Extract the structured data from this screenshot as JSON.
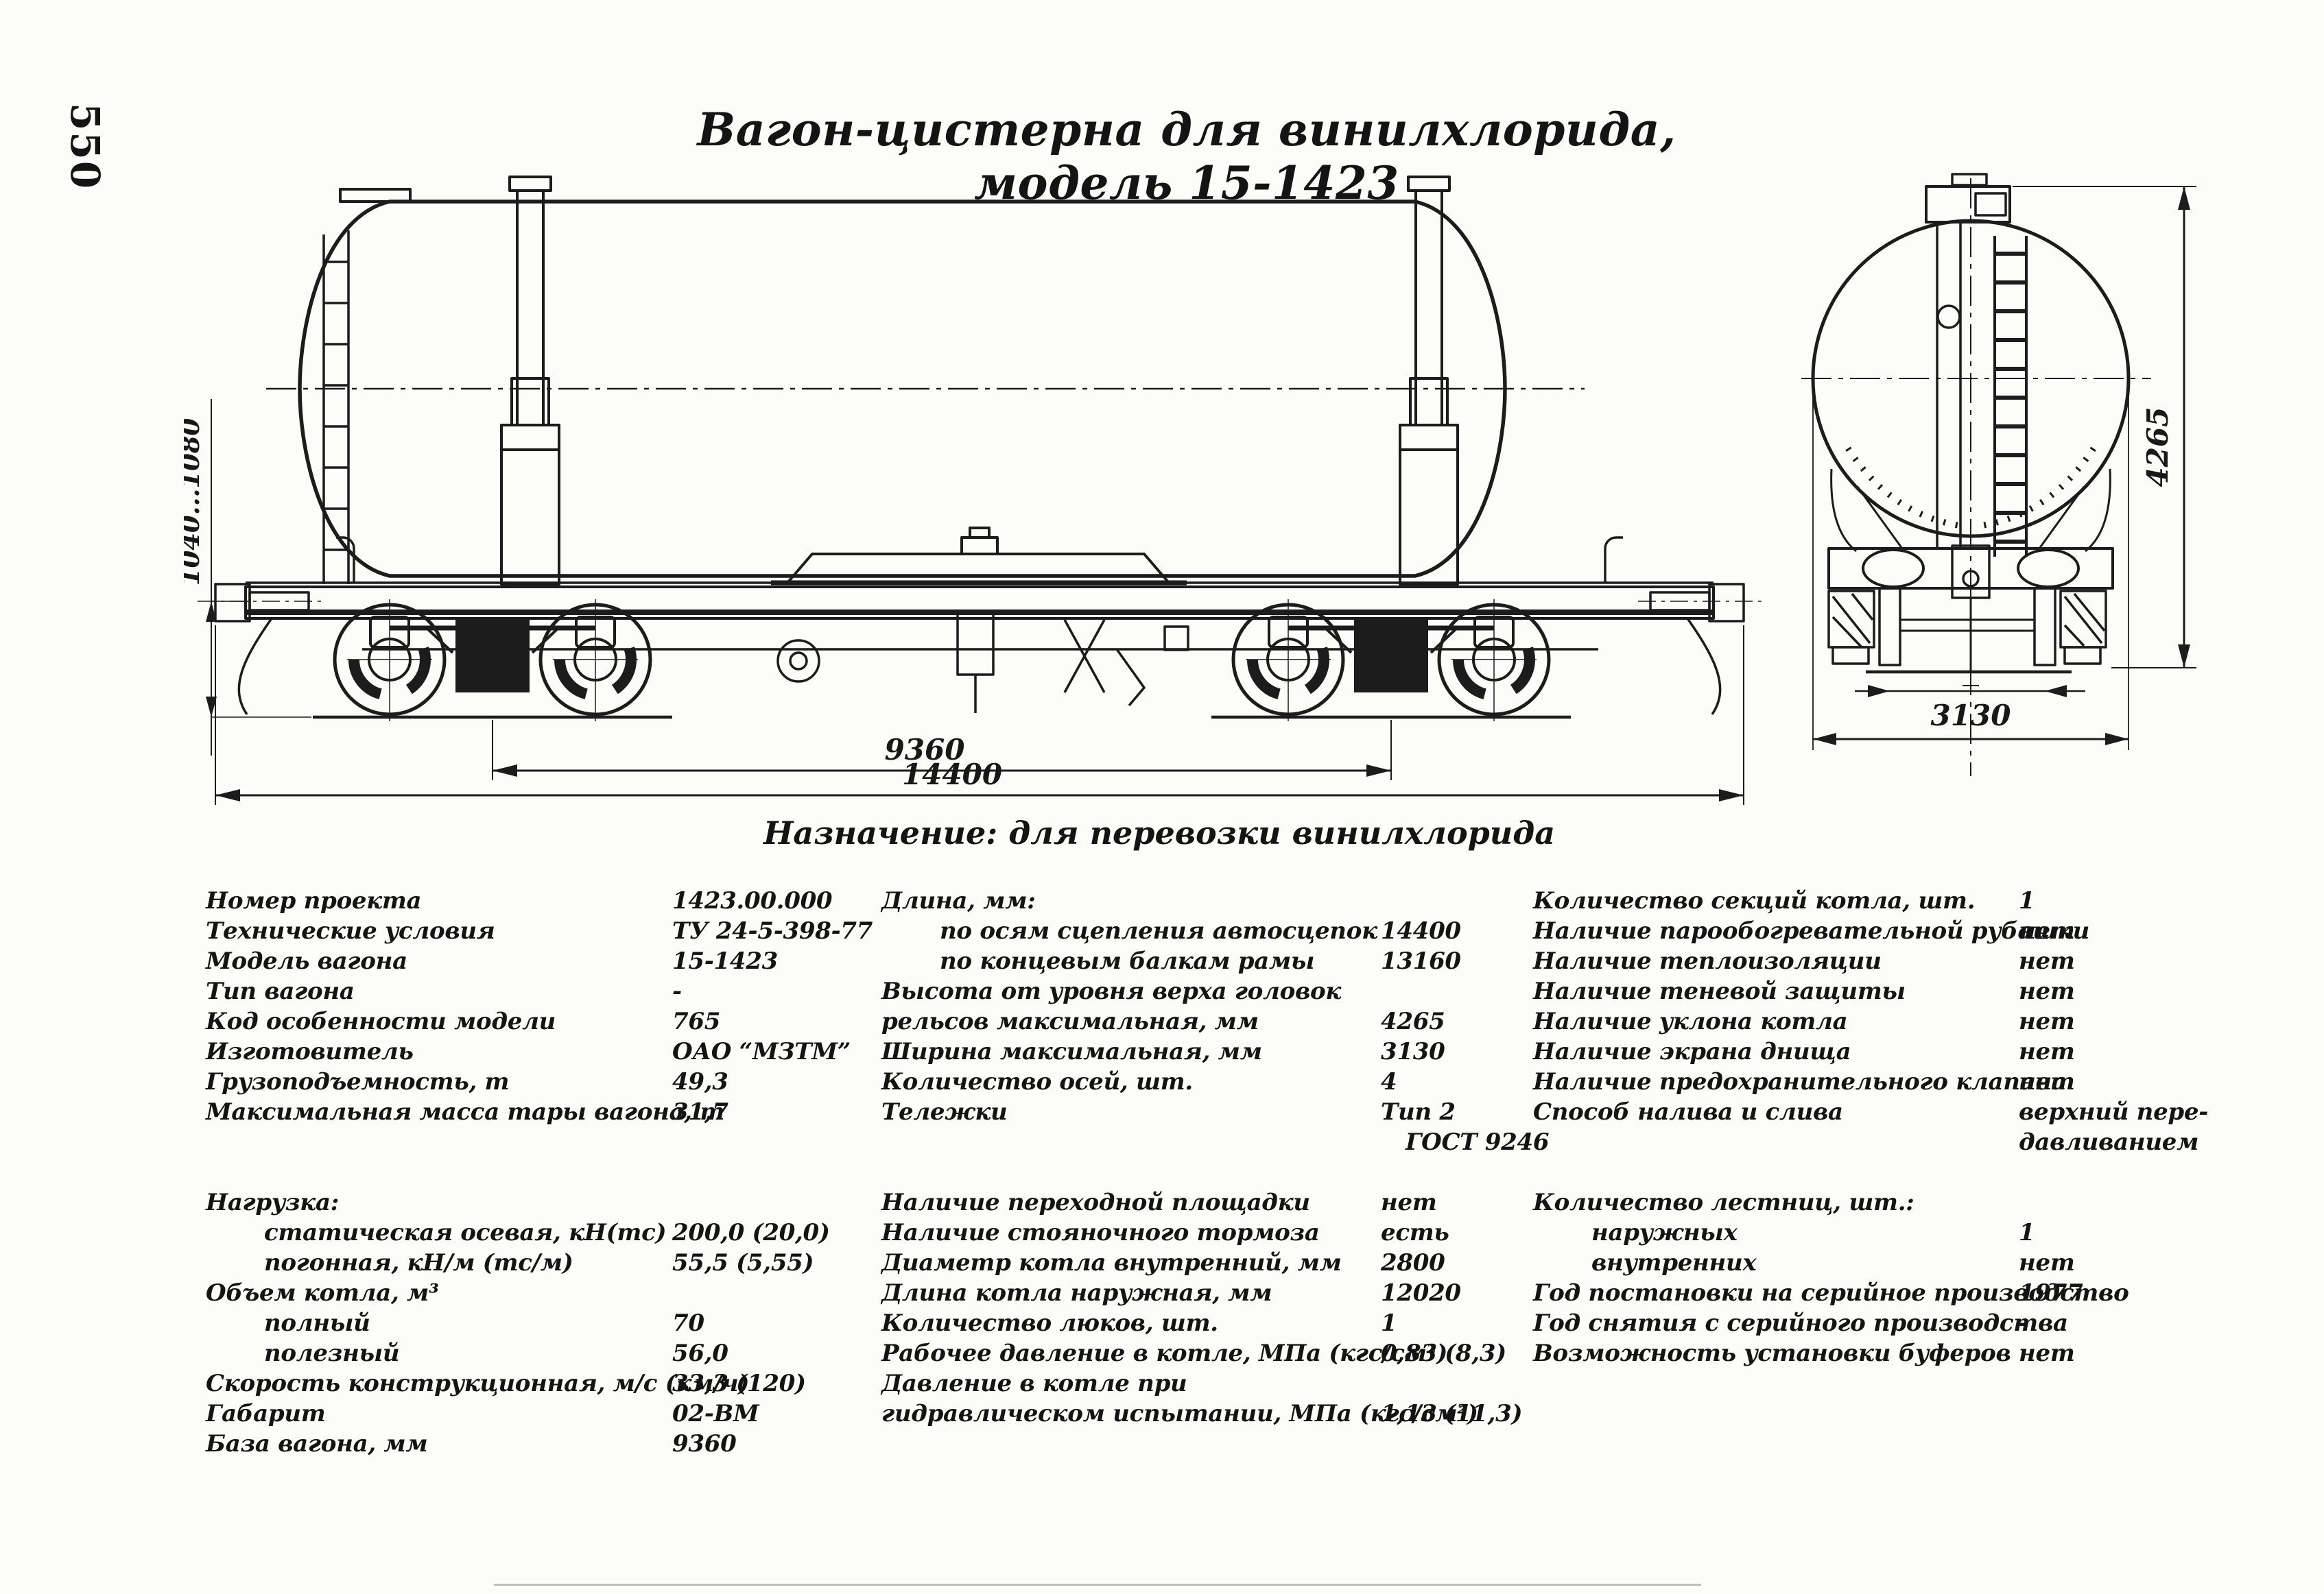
{
  "page": {
    "number": "550",
    "title": "Вагон-цистерна для винилхлорида, модель 15-1423",
    "purpose": "Назначение: для перевозки винилхлорида"
  },
  "drawing": {
    "side_view": {
      "dim_coupler_height": "1040...1080",
      "dim_bogie_base": "9360",
      "dim_length_over_couplers": "14400"
    },
    "end_view": {
      "dim_height_over_rail": "4265",
      "dim_max_width": "3130"
    }
  },
  "specs": {
    "col1": [
      {
        "label": "Номер проекта",
        "value": "1423.00.000"
      },
      {
        "label": "Технические условия",
        "value": "ТУ 24-5-398-77"
      },
      {
        "label": "Модель вагона",
        "value": "15-1423"
      },
      {
        "label": "Тип вагона",
        "value": "-"
      },
      {
        "label": "Код особенности модели",
        "value": "765"
      },
      {
        "label": "Изготовитель",
        "value": "ОАО “МЗТМ”"
      },
      {
        "label": "Грузоподъемность, т",
        "value": "49,3"
      },
      {
        "label": "Максимальная масса тары вагона, т",
        "value": "31,7"
      },
      {
        "spacer": true
      },
      {
        "spacer": true
      },
      {
        "label": "Нагрузка:",
        "value": ""
      },
      {
        "label": "статическая осевая, кН(тс)",
        "value": "200,0 (20,0)",
        "indent": true
      },
      {
        "label": "погонная, кН/м (тс/м)",
        "value": "55,5 (5,55)",
        "indent": true
      },
      {
        "label": "Объем котла, м³",
        "value": ""
      },
      {
        "label": "полный",
        "value": "70",
        "indent": true
      },
      {
        "label": "полезный",
        "value": "56,0",
        "indent": true
      },
      {
        "label": "Скорость конструкционная, м/с (км/ч)",
        "value": "33,3 (120)"
      },
      {
        "label": "Габарит",
        "value": "02-ВМ"
      },
      {
        "label": "База вагона, мм",
        "value": "9360"
      }
    ],
    "col2": [
      {
        "label": "Длина, мм:",
        "value": ""
      },
      {
        "label": "по осям сцепления автосцепок",
        "value": "14400",
        "indent": true
      },
      {
        "label": "по концевым балкам рамы",
        "value": "13160",
        "indent": true
      },
      {
        "label": "Высота от уровня верха головок",
        "value": ""
      },
      {
        "label": "рельсов максимальная, мм",
        "value": "4265"
      },
      {
        "label": "Ширина максимальная, мм",
        "value": "3130"
      },
      {
        "label": "Количество осей, шт.",
        "value": "4"
      },
      {
        "label": "Тележки",
        "value": "Тип 2"
      },
      {
        "label": "",
        "value": "ГОСТ 9246",
        "vindent": true
      },
      {
        "spacer": true
      },
      {
        "label": "Наличие переходной площадки",
        "value": "нет"
      },
      {
        "label": "Наличие стояночного тормоза",
        "value": "есть"
      },
      {
        "label": "Диаметр котла внутренний, мм",
        "value": "2800"
      },
      {
        "label": "Длина котла наружная, мм",
        "value": "12020"
      },
      {
        "label": "Количество люков, шт.",
        "value": "1"
      },
      {
        "label": "Рабочее давление в котле, МПа (кгс/см²)",
        "value": "0,83 (8,3)"
      },
      {
        "label": "Давление в котле при",
        "value": ""
      },
      {
        "label": "гидравлическом испытании, МПа (кгс/см²)",
        "value": "1,13 (11,3)"
      }
    ],
    "col3": [
      {
        "label": "Количество секций котла, шт.",
        "value": "1"
      },
      {
        "label": "Наличие парообогревательной рубашки",
        "value": "нет"
      },
      {
        "label": "Наличие теплоизоляции",
        "value": "нет"
      },
      {
        "label": "Наличие теневой защиты",
        "value": "нет"
      },
      {
        "label": "Наличие уклона котла",
        "value": "нет"
      },
      {
        "label": "Наличие экрана днища",
        "value": "нет"
      },
      {
        "label": "Наличие предохранительного клапана",
        "value": "нет"
      },
      {
        "label": "Способ налива и слива",
        "value": "верхний пере-"
      },
      {
        "label": "",
        "value": "давливанием"
      },
      {
        "spacer": true
      },
      {
        "label": "Количество лестниц, шт.:",
        "value": ""
      },
      {
        "label": "наружных",
        "value": "1",
        "indent": true
      },
      {
        "label": "внутренних",
        "value": "нет",
        "indent": true
      },
      {
        "label": "Год постановки на серийное производство",
        "value": "1977"
      },
      {
        "label": "Год снятия с серийного производства",
        "value": "-"
      },
      {
        "label": "Возможность установки буферов",
        "value": "нет"
      }
    ]
  }
}
